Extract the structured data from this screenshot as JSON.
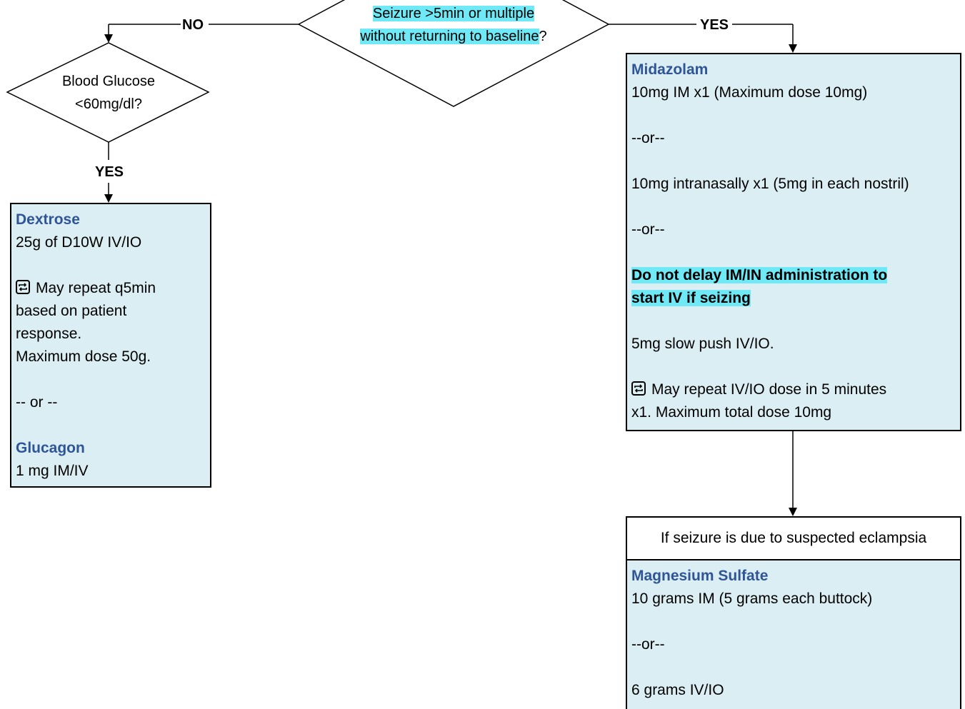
{
  "decision_top": {
    "line1": "Seizure >5min or multiple",
    "line2_highlight": "without returning to baseline",
    "line2_tail": "?",
    "no_label": "NO",
    "yes_label": "YES"
  },
  "decision_glucose": {
    "line1": "Blood Glucose",
    "line2": "<60mg/dl?",
    "yes_label": "YES"
  },
  "dextrose_box": {
    "drug1": "Dextrose",
    "dose1": "25g of D10W IV/IO",
    "repeat_line1": "May repeat q5min",
    "repeat_line2": "based on patient",
    "repeat_line3": "response.",
    "max_dose": "Maximum dose 50g.",
    "or": "-- or --",
    "drug2": "Glucagon",
    "dose2": "1 mg IM/IV"
  },
  "midazolam_box": {
    "drug": "Midazolam",
    "dose_im": "10mg IM x1 (Maximum dose 10mg)",
    "or1": "--or--",
    "dose_in": "10mg intranasally x1 (5mg in each nostril)",
    "or2": "--or--",
    "warning_line1": "Do not delay IM/IN administration to",
    "warning_line2": "start IV if seizing",
    "dose_iv": "5mg slow push IV/IO.",
    "repeat_line1": "May repeat IV/IO dose in 5 minutes",
    "repeat_line2": "x1. Maximum total dose 10mg"
  },
  "eclampsia": {
    "header": "If seizure is due to suspected eclampsia",
    "drug": "Magnesium Sulfate",
    "dose_im": "10 grams IM (5 grams each buttock)",
    "or": "--or--",
    "dose_iv": "6 grams IV/IO"
  },
  "icons": [
    "repeat-icon"
  ],
  "colors": {
    "box_fill": "#daeef3",
    "drug_name": "#2f5597",
    "highlight": "#6ee9f5"
  }
}
